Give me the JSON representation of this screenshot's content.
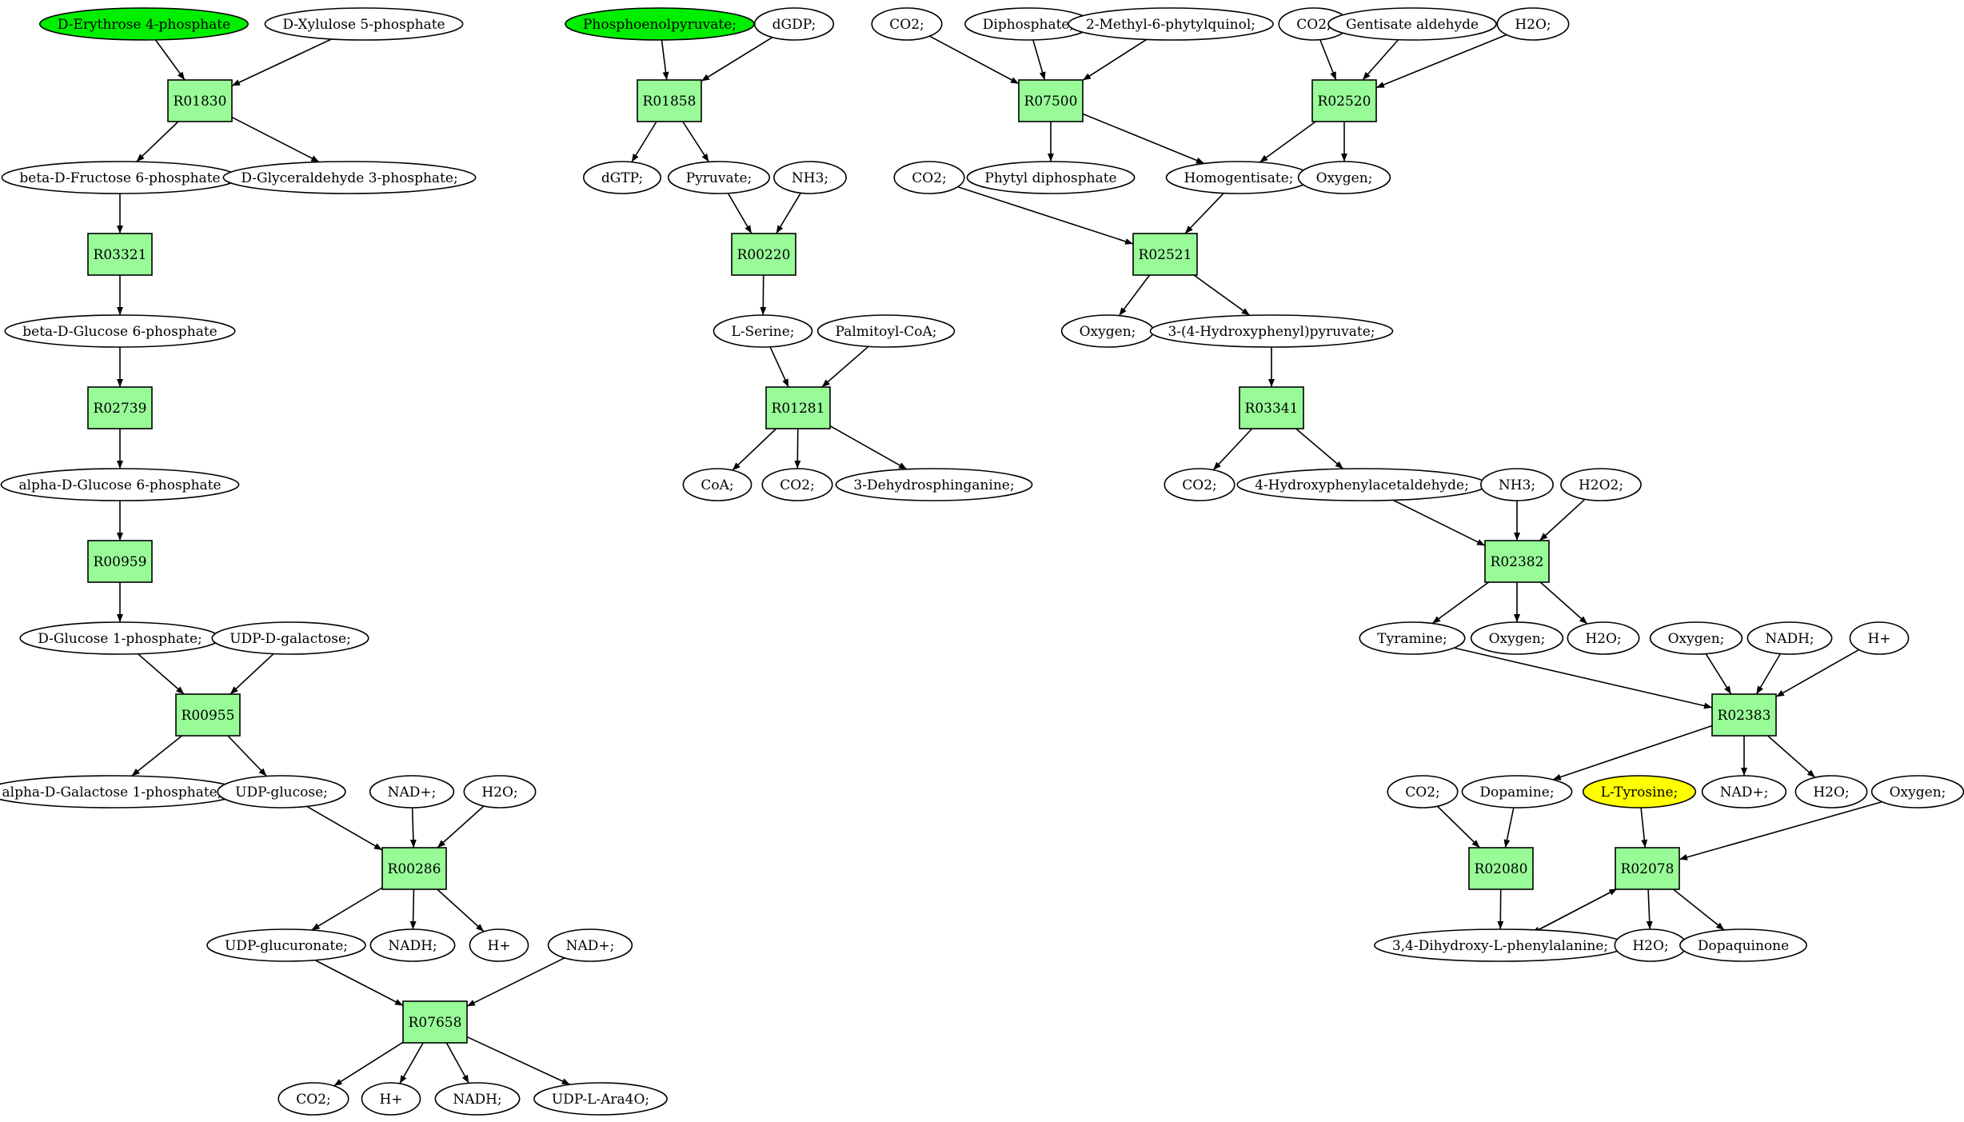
{
  "colors": {
    "reaction_fill": "#98fb98",
    "start_fill": "#00ee00",
    "target_fill": "#ffff00",
    "metabolite_fill": "#ffffff",
    "stroke": "#000000"
  },
  "reactions": [
    {
      "id": "r01830",
      "label": "R01830"
    },
    {
      "id": "r03321",
      "label": "R03321"
    },
    {
      "id": "r02739",
      "label": "R02739"
    },
    {
      "id": "r00959",
      "label": "R00959"
    },
    {
      "id": "r00955",
      "label": "R00955"
    },
    {
      "id": "r00286",
      "label": "R00286"
    },
    {
      "id": "r07658",
      "label": "R07658"
    },
    {
      "id": "r01858",
      "label": "R01858"
    },
    {
      "id": "r00220",
      "label": "R00220"
    },
    {
      "id": "r01281",
      "label": "R01281"
    },
    {
      "id": "r07500",
      "label": "R07500"
    },
    {
      "id": "r02520",
      "label": "R02520"
    },
    {
      "id": "r02521",
      "label": "R02521"
    },
    {
      "id": "r03341",
      "label": "R03341"
    },
    {
      "id": "r02382",
      "label": "R02382"
    },
    {
      "id": "r02383",
      "label": "R02383"
    },
    {
      "id": "r02080",
      "label": "R02080"
    },
    {
      "id": "r02078",
      "label": "R02078"
    }
  ],
  "metabolites": [
    {
      "id": "e4p",
      "label": "D-Erythrose 4-phosphate",
      "role": "start"
    },
    {
      "id": "x5p",
      "label": "D-Xylulose 5-phosphate"
    },
    {
      "id": "f6p",
      "label": "beta-D-Fructose 6-phosphate"
    },
    {
      "id": "g3p",
      "label": "D-Glyceraldehyde 3-phosphate;"
    },
    {
      "id": "bg6p",
      "label": "beta-D-Glucose 6-phosphate"
    },
    {
      "id": "ag6p",
      "label": "alpha-D-Glucose 6-phosphate"
    },
    {
      "id": "g1p",
      "label": "D-Glucose 1-phosphate;"
    },
    {
      "id": "udpgal",
      "label": "UDP-D-galactose;"
    },
    {
      "id": "agal1p",
      "label": "alpha-D-Galactose 1-phosphate;"
    },
    {
      "id": "udpglc",
      "label": "UDP-glucose;"
    },
    {
      "id": "nad1",
      "label": "NAD+;"
    },
    {
      "id": "h2o1",
      "label": "H2O;"
    },
    {
      "id": "udpglcA",
      "label": "UDP-glucuronate;"
    },
    {
      "id": "nadh1",
      "label": "NADH;"
    },
    {
      "id": "h1",
      "label": "H+"
    },
    {
      "id": "nad2",
      "label": "NAD+;"
    },
    {
      "id": "co2a",
      "label": "CO2;"
    },
    {
      "id": "h2",
      "label": "H+"
    },
    {
      "id": "nadh2",
      "label": "NADH;"
    },
    {
      "id": "udpara",
      "label": "UDP-L-Ara4O;"
    },
    {
      "id": "pep",
      "label": "Phosphoenolpyruvate;",
      "role": "start"
    },
    {
      "id": "dgdp",
      "label": "dGDP;"
    },
    {
      "id": "dgtp",
      "label": "dGTP;"
    },
    {
      "id": "pyr",
      "label": "Pyruvate;"
    },
    {
      "id": "nh3a",
      "label": "NH3;"
    },
    {
      "id": "ser",
      "label": "L-Serine;"
    },
    {
      "id": "palm",
      "label": "Palmitoyl-CoA;"
    },
    {
      "id": "coa",
      "label": "CoA;"
    },
    {
      "id": "co2b",
      "label": "CO2;"
    },
    {
      "id": "dhs",
      "label": "3-Dehydrosphinganine;"
    },
    {
      "id": "co2c",
      "label": "CO2;"
    },
    {
      "id": "dip",
      "label": "Diphosphate;"
    },
    {
      "id": "mpq",
      "label": "2-Methyl-6-phytylquinol;"
    },
    {
      "id": "co2d",
      "label": "CO2;"
    },
    {
      "id": "gal",
      "label": "Gentisate aldehyde"
    },
    {
      "id": "h2oa",
      "label": "H2O;"
    },
    {
      "id": "phdp",
      "label": "Phytyl diphosphate"
    },
    {
      "id": "hga",
      "label": "Homogentisate;"
    },
    {
      "id": "oxy1",
      "label": "Oxygen;"
    },
    {
      "id": "co2e",
      "label": "CO2;"
    },
    {
      "id": "oxy2",
      "label": "Oxygen;"
    },
    {
      "id": "hpp",
      "label": "3-(4-Hydroxyphenyl)pyruvate;"
    },
    {
      "id": "co2f",
      "label": "CO2;"
    },
    {
      "id": "hpa",
      "label": "4-Hydroxyphenylacetaldehyde;"
    },
    {
      "id": "nh3b",
      "label": "NH3;"
    },
    {
      "id": "h2o2",
      "label": "H2O2;"
    },
    {
      "id": "tyra",
      "label": "Tyramine;"
    },
    {
      "id": "oxy3",
      "label": "Oxygen;"
    },
    {
      "id": "h2ob",
      "label": "H2O;"
    },
    {
      "id": "oxy4",
      "label": "Oxygen;"
    },
    {
      "id": "nadh3",
      "label": "NADH;"
    },
    {
      "id": "h3",
      "label": "H+"
    },
    {
      "id": "co2g",
      "label": "CO2;"
    },
    {
      "id": "dopa",
      "label": "Dopamine;"
    },
    {
      "id": "tyr",
      "label": "L-Tyrosine;",
      "role": "target"
    },
    {
      "id": "nad3",
      "label": "NAD+;"
    },
    {
      "id": "h2oc",
      "label": "H2O;"
    },
    {
      "id": "oxy5",
      "label": "Oxygen;"
    },
    {
      "id": "ldopa",
      "label": "3,4-Dihydroxy-L-phenylalanine;"
    },
    {
      "id": "h2od",
      "label": "H2O;"
    },
    {
      "id": "dq",
      "label": "Dopaquinone"
    }
  ],
  "edges": [
    [
      "e4p",
      "r01830"
    ],
    [
      "x5p",
      "r01830"
    ],
    [
      "r01830",
      "f6p"
    ],
    [
      "r01830",
      "g3p"
    ],
    [
      "f6p",
      "r03321"
    ],
    [
      "r03321",
      "bg6p"
    ],
    [
      "bg6p",
      "r02739"
    ],
    [
      "r02739",
      "ag6p"
    ],
    [
      "ag6p",
      "r00959"
    ],
    [
      "r00959",
      "g1p"
    ],
    [
      "g1p",
      "r00955"
    ],
    [
      "udpgal",
      "r00955"
    ],
    [
      "r00955",
      "agal1p"
    ],
    [
      "r00955",
      "udpglc"
    ],
    [
      "udpglc",
      "r00286"
    ],
    [
      "nad1",
      "r00286"
    ],
    [
      "h2o1",
      "r00286"
    ],
    [
      "r00286",
      "udpglcA"
    ],
    [
      "r00286",
      "nadh1"
    ],
    [
      "r00286",
      "h1"
    ],
    [
      "udpglcA",
      "r07658"
    ],
    [
      "nad2",
      "r07658"
    ],
    [
      "r07658",
      "co2a"
    ],
    [
      "r07658",
      "h2"
    ],
    [
      "r07658",
      "nadh2"
    ],
    [
      "r07658",
      "udpara"
    ],
    [
      "pep",
      "r01858"
    ],
    [
      "dgdp",
      "r01858"
    ],
    [
      "r01858",
      "dgtp"
    ],
    [
      "r01858",
      "pyr"
    ],
    [
      "pyr",
      "r00220"
    ],
    [
      "nh3a",
      "r00220"
    ],
    [
      "r00220",
      "ser"
    ],
    [
      "ser",
      "r01281"
    ],
    [
      "palm",
      "r01281"
    ],
    [
      "r01281",
      "coa"
    ],
    [
      "r01281",
      "co2b"
    ],
    [
      "r01281",
      "dhs"
    ],
    [
      "co2c",
      "r07500"
    ],
    [
      "dip",
      "r07500"
    ],
    [
      "mpq",
      "r07500"
    ],
    [
      "r07500",
      "phdp"
    ],
    [
      "r07500",
      "hga"
    ],
    [
      "co2d",
      "r02520"
    ],
    [
      "gal",
      "r02520"
    ],
    [
      "h2oa",
      "r02520"
    ],
    [
      "r02520",
      "hga"
    ],
    [
      "r02520",
      "oxy1"
    ],
    [
      "co2e",
      "r02521"
    ],
    [
      "hga",
      "r02521"
    ],
    [
      "r02521",
      "oxy2"
    ],
    [
      "r02521",
      "hpp"
    ],
    [
      "hpp",
      "r03341"
    ],
    [
      "r03341",
      "co2f"
    ],
    [
      "r03341",
      "hpa"
    ],
    [
      "hpa",
      "r02382"
    ],
    [
      "nh3b",
      "r02382"
    ],
    [
      "h2o2",
      "r02382"
    ],
    [
      "r02382",
      "tyra"
    ],
    [
      "r02382",
      "oxy3"
    ],
    [
      "r02382",
      "h2ob"
    ],
    [
      "tyra",
      "r02383"
    ],
    [
      "oxy4",
      "r02383"
    ],
    [
      "nadh3",
      "r02383"
    ],
    [
      "h3",
      "r02383"
    ],
    [
      "r02383",
      "dopa"
    ],
    [
      "r02383",
      "nad3"
    ],
    [
      "r02383",
      "h2oc"
    ],
    [
      "co2g",
      "r02080"
    ],
    [
      "dopa",
      "r02080"
    ],
    [
      "r02080",
      "ldopa"
    ],
    [
      "tyr",
      "r02078"
    ],
    [
      "oxy5",
      "r02078"
    ],
    [
      "ldopa",
      "r02078"
    ],
    [
      "r02078",
      "ldopa"
    ],
    [
      "r02078",
      "h2od"
    ],
    [
      "r02078",
      "dq"
    ]
  ]
}
